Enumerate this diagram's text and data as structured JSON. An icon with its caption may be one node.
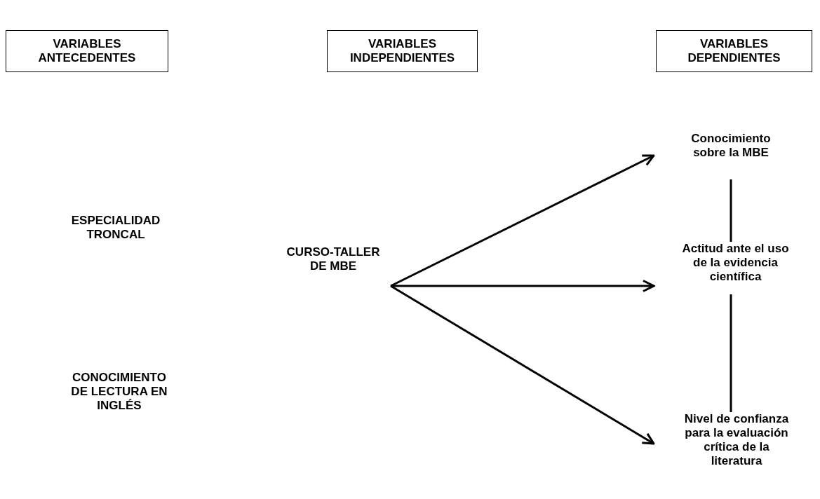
{
  "diagram": {
    "nodes": [
      {
        "text": [
          "VARIABLES ANTECEDENTES"
        ]
      },
      {
        "text": [
          "VARIABLES INDEPENDIENTES"
        ]
      },
      {
        "text": [
          "VARIABLES DEPENDIENTES"
        ]
      },
      {
        "text": [
          "ESPECIALIDAD TRONCAL"
        ]
      },
      {
        "text": [
          "CONOCIMIENTO DE LECTURA EN INGLÉS"
        ]
      },
      {
        "text": [
          "CURSO-TALLER DE MBE"
        ]
      },
      {
        "text": [
          "Conocimiento sobre la MBE"
        ]
      },
      {
        "text": [
          "Actitud ante el uso de la evidencia científica"
        ]
      },
      {
        "text": [
          "Nivel de confianza para la evaluación crítica de la literatura"
        ]
      }
    ],
    "edges": [
      {
        "from": 5,
        "to": 6,
        "arrow": "to"
      },
      {
        "from": 5,
        "to": 7,
        "arrow": "to"
      },
      {
        "from": 5,
        "to": 8,
        "arrow": "to"
      },
      {
        "from": 6,
        "to": 7,
        "arrow": "none"
      },
      {
        "from": 7,
        "to": 8,
        "arrow": "none"
      }
    ]
  }
}
